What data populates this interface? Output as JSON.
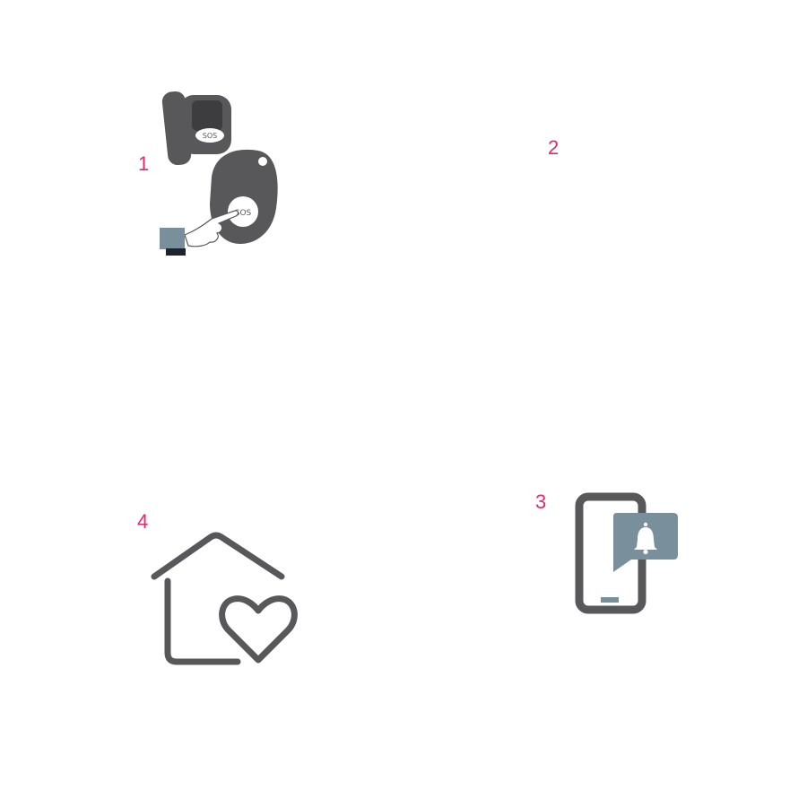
{
  "colors": {
    "accent": "#e5276f",
    "device_dark": "#58585a",
    "device_screen": "#3d3d3f",
    "blue_grey": "#7a8f9c",
    "white": "#ffffff"
  },
  "steps": [
    {
      "number": "1",
      "icon": "sos-devices-icon",
      "button_text": "SOS"
    },
    {
      "number": "2",
      "icon": ""
    },
    {
      "number": "3",
      "icon": "phone-notification-icon"
    },
    {
      "number": "4",
      "icon": "home-heart-icon"
    }
  ]
}
